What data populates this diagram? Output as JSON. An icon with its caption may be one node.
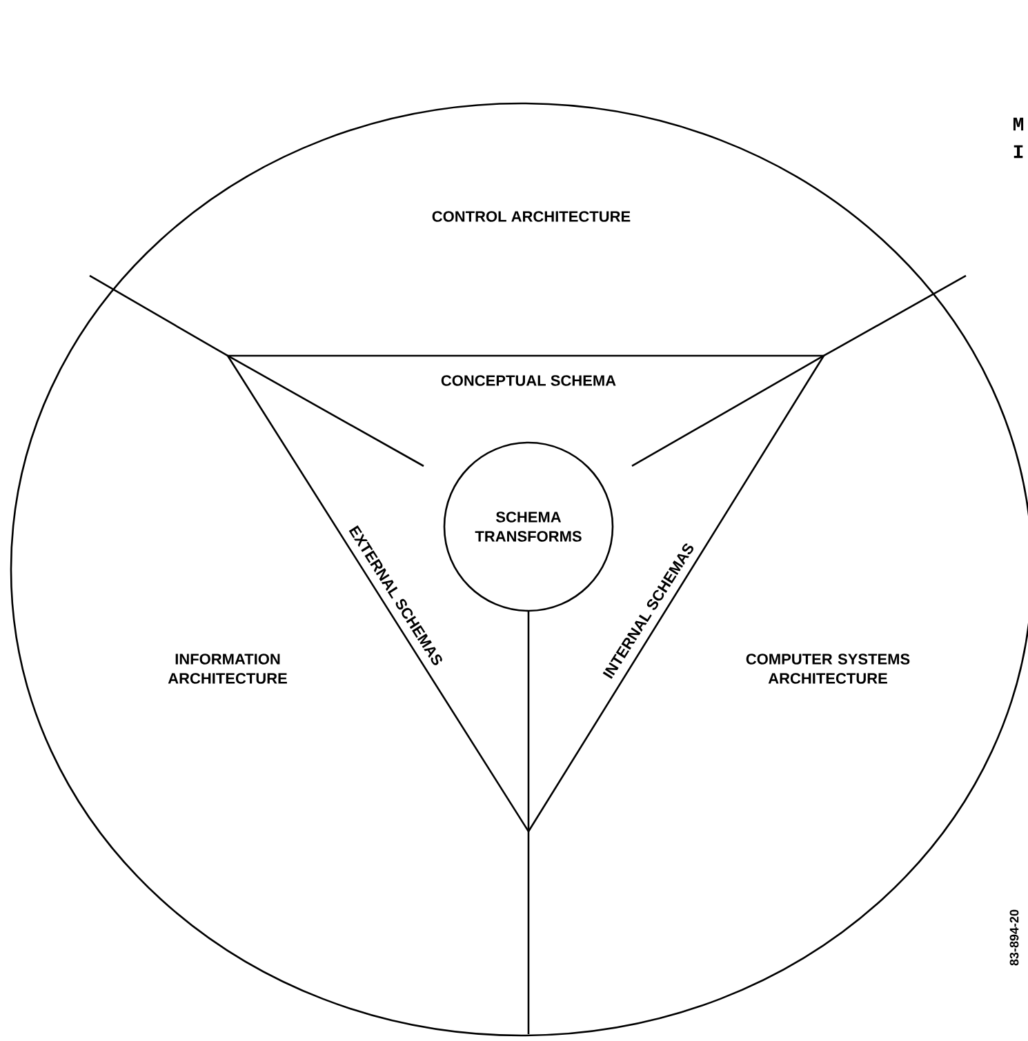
{
  "diagram": {
    "nodes": [
      {
        "text": [],
        "shape": "circle"
      },
      {
        "text": [],
        "shape": "triangle",
        "in": 0
      },
      {
        "text": [
          "SCHEMA TRANSFORMS"
        ],
        "in": 1
      }
    ],
    "labels": [
      "M",
      "I",
      "CONTROL ARCHITECTURE",
      "CONCEPTUAL SCHEMA",
      "EXTERNAL SCHEMAS",
      "INTERNAL SCHEMAS",
      "INFORMATION ARCHITECTURE",
      "COMPUTER SYSTEMS ARCHITECTURE",
      "83-894-20"
    ]
  }
}
